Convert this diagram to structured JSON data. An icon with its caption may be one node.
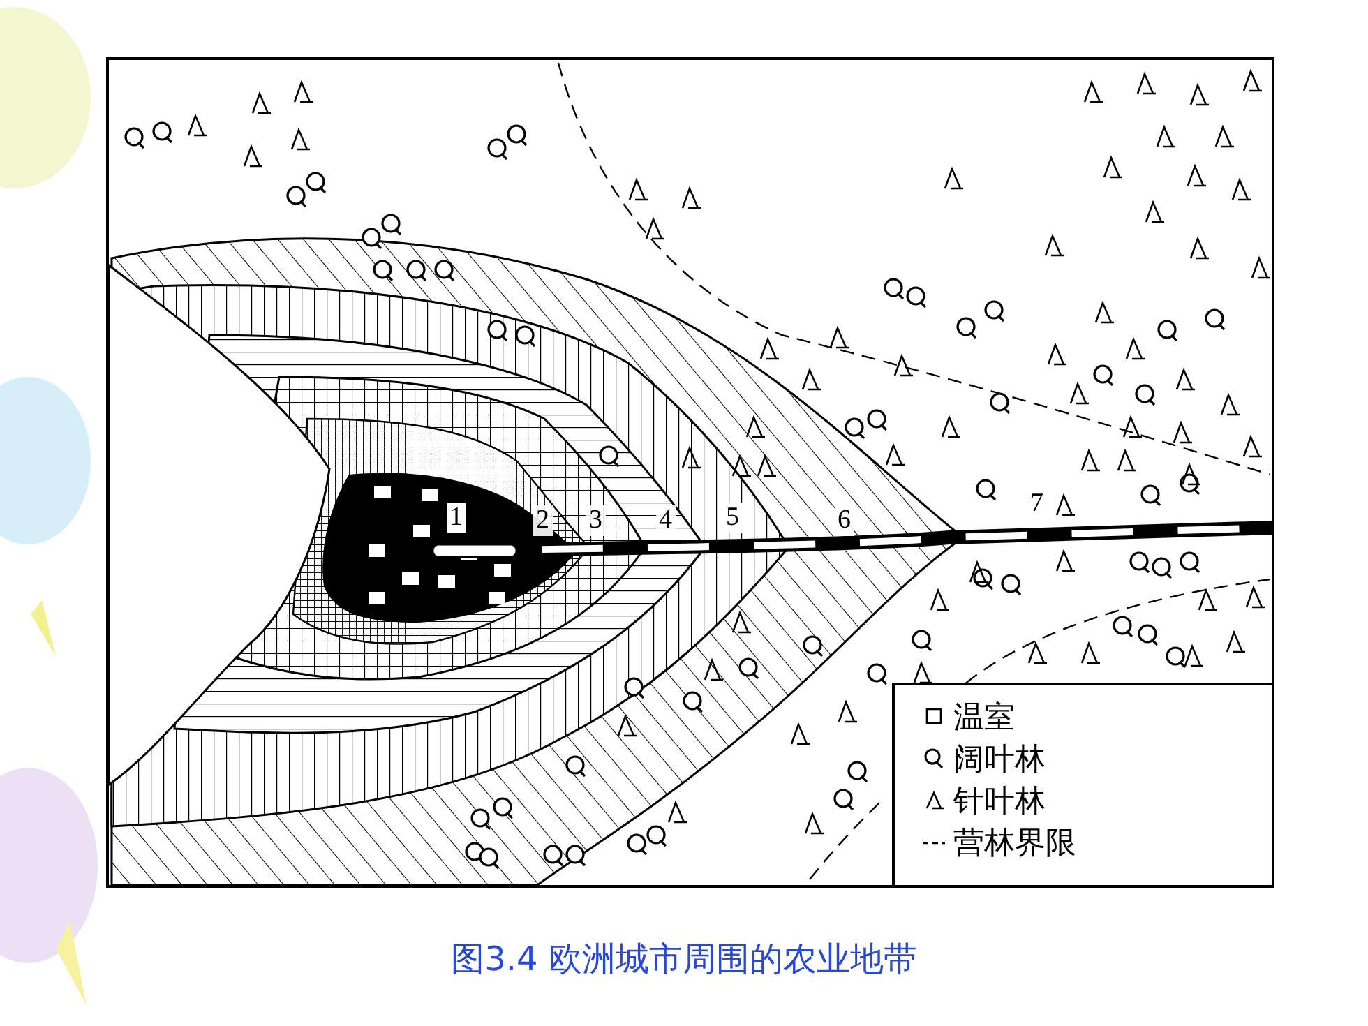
{
  "diagram": {
    "caption": "图3.4 欧洲城市周围的农业地带",
    "labels": [
      "1",
      "2",
      "3",
      "4",
      "5",
      "6",
      "7"
    ],
    "legend": [
      {
        "text": "温室"
      },
      {
        "text": "阔叶林"
      },
      {
        "text": "针叶林"
      },
      {
        "text": "营林界限"
      }
    ]
  }
}
